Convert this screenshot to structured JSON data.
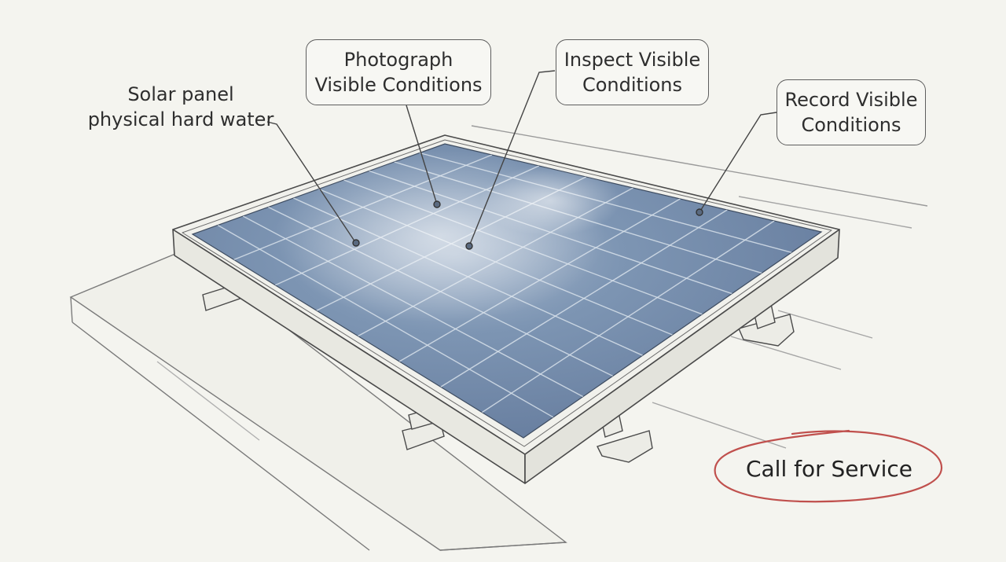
{
  "labels": {
    "subject_line1": "Solar panel",
    "subject_line2": "physical hard water",
    "photograph_line1": "Photograph",
    "photograph_line2": "Visible Conditions",
    "inspect_line1": "Inspect Visible",
    "inspect_line2": "Conditions",
    "record_line1": "Record Visible",
    "record_line2": "Conditions",
    "call_to_action": "Call for Service"
  },
  "colors": {
    "background": "#f4f4ef",
    "panel_glass": "#6f88a8",
    "frame": "#f1f1ec",
    "outline": "#4a4a4a",
    "highlight_oval": "#c0504d"
  }
}
